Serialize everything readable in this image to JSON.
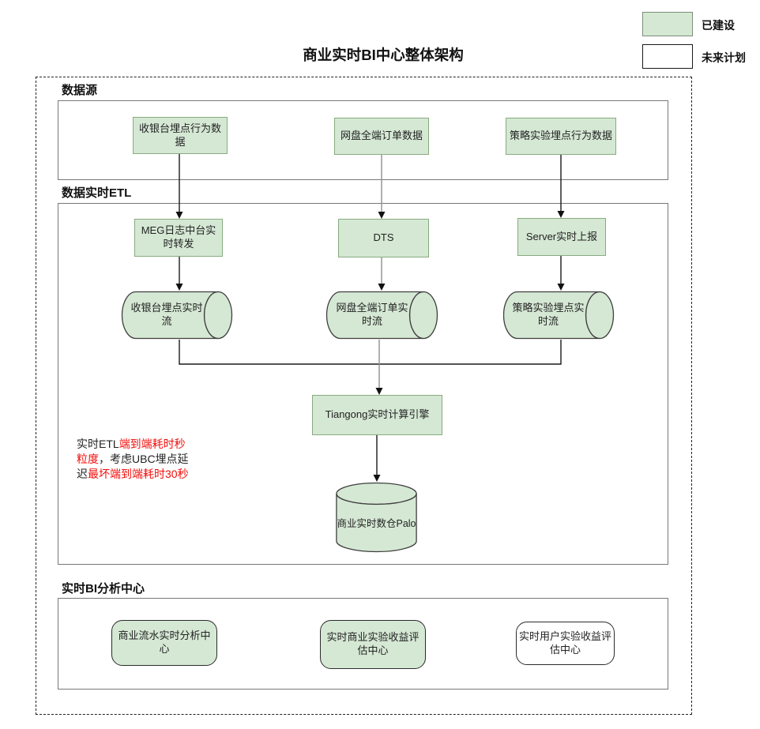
{
  "title": "商业实时BI中心整体架构",
  "legend": {
    "built": {
      "label": "已建设",
      "swatch_color": "#d5e8d4"
    },
    "planned": {
      "label": "未来计划",
      "swatch_color": "#ffffff"
    }
  },
  "diagram": {
    "colors": {
      "built_fill": "#d5e8d4",
      "planned_fill": "#ffffff",
      "annotation_red": "#f20d0a",
      "annotation_black": "#232323"
    },
    "sections": {
      "source": {
        "label": "数据源"
      },
      "etl": {
        "label": "数据实时ETL"
      },
      "bi": {
        "label": "实时BI分析中心"
      }
    },
    "nodes": {
      "cashier_source": {
        "label": "收银台埋点行为数据",
        "status": "built"
      },
      "netdisk_source": {
        "label": "网盘全端订单数据",
        "status": "built"
      },
      "strategy_source": {
        "label": "策略实验埋点行为数据",
        "status": "built"
      },
      "meg_forward": {
        "label": "MEG日志中台实时转发",
        "status": "built"
      },
      "dts": {
        "label": "DTS",
        "status": "built"
      },
      "server_report": {
        "label": "Server实时上报",
        "status": "built"
      },
      "cashier_stream": {
        "label": "收银台埋点实时流",
        "status": "built"
      },
      "netdisk_stream": {
        "label": "网盘全端订单实时流",
        "status": "built"
      },
      "strategy_stream": {
        "label": "策略实验埋点实时流",
        "status": "built"
      },
      "tiangong_engine": {
        "label": "Tiangong实时计算引擎",
        "status": "built"
      },
      "palo_warehouse": {
        "label": "商业实时数仓Palo",
        "status": "built"
      },
      "bi_flow_center": {
        "label": "商业流水实时分析中心",
        "status": "built"
      },
      "bi_exp_center": {
        "label": "实时商业实验收益评估中心",
        "status": "built"
      },
      "bi_user_exp_center": {
        "label": "实时用户实验收益评估中心",
        "status": "planned"
      }
    },
    "annotation": {
      "segments": [
        {
          "text": "实时ETL",
          "color": "#232323"
        },
        {
          "text": "端到端耗时秒粒度",
          "color": "#f20d0a"
        },
        {
          "text": "，考虑UBC埋点延迟",
          "color": "#232323"
        },
        {
          "text": "最坏端到端耗时30秒",
          "color": "#f20d0a"
        }
      ]
    }
  }
}
